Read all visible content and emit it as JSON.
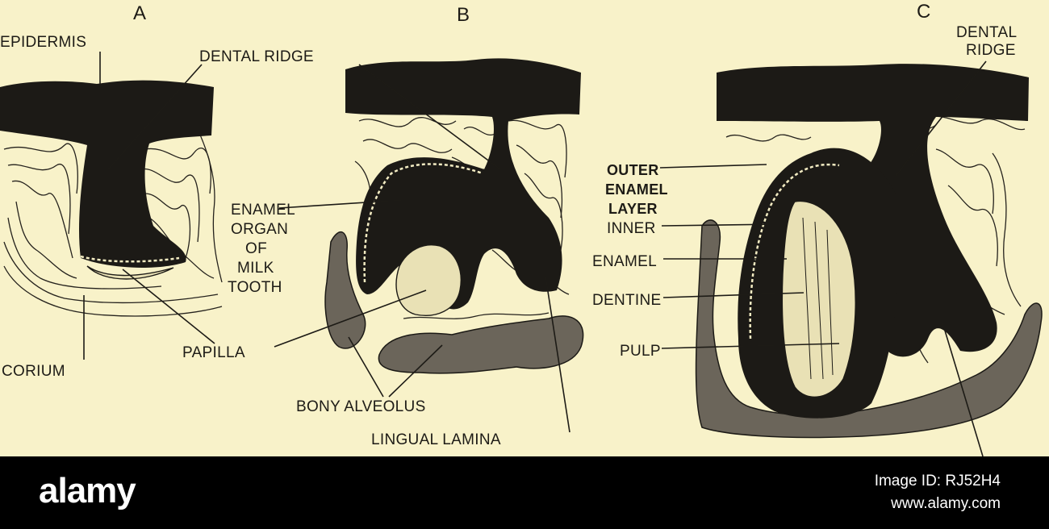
{
  "panels": {
    "a": "A",
    "b": "B",
    "c": "C"
  },
  "labels": {
    "epidermis": "EPIDERMIS",
    "dental_ridge_a": "DENTAL RIDGE",
    "corium": "CORIUM",
    "papilla": "PAPILLA",
    "enamel_organ": [
      "ENAMEL",
      "ORGAN",
      "OF",
      "MILK",
      "TOOTH"
    ],
    "bony_alveolus": "BONY ALVEOLUS",
    "lingual_lamina": "LINGUAL LAMINA",
    "dental_ridge_c": [
      "DENTAL",
      "RIDGE"
    ],
    "outer_enamel_layer": [
      "OUTER",
      "ENAMEL",
      "LAYER"
    ],
    "inner": "INNER",
    "enamel": "ENAMEL",
    "dentine": "DENTINE",
    "pulp": "PULP"
  },
  "footer": {
    "brand": "alamy",
    "image_id": "Image ID: RJ52H4",
    "site": "www.alamy.com"
  },
  "colors": {
    "background": "#f8f2c9",
    "ink": "#1c1a16",
    "footer": "#000000"
  }
}
